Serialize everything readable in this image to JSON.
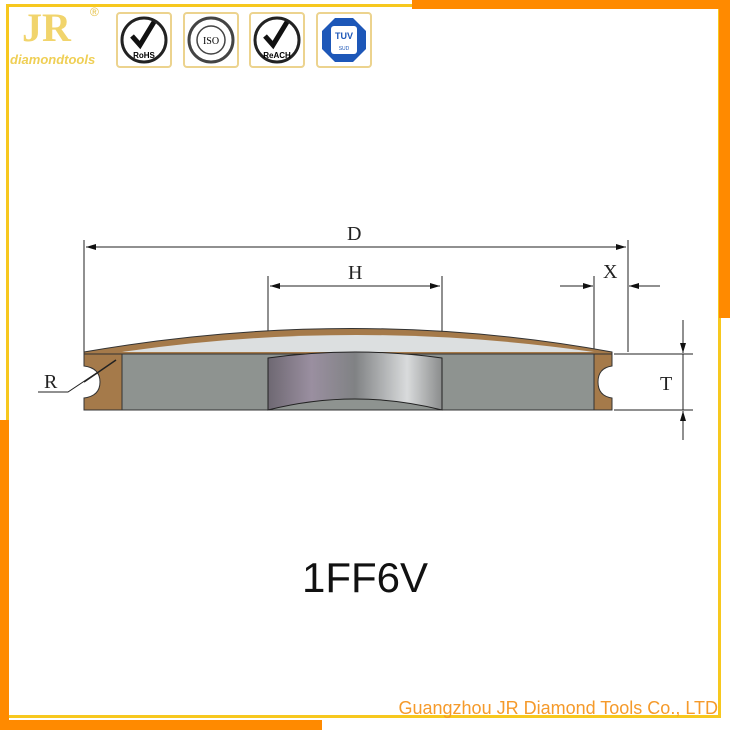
{
  "brand": {
    "logo_text": "JR",
    "logo_subtext": "diamondtools",
    "registered": "®"
  },
  "certifications": [
    {
      "name": "RoHS"
    },
    {
      "name": "ISO"
    },
    {
      "name": "ReACH"
    },
    {
      "name": "TUV",
      "sub": "SUD"
    }
  ],
  "diagram": {
    "labels": {
      "D": "D",
      "H": "H",
      "X": "X",
      "T": "T",
      "R": "R"
    }
  },
  "product": {
    "model": "1FF6V"
  },
  "footer": {
    "company": "Guangzhou JR Diamond Tools Co., LTD"
  },
  "colors": {
    "frame_yellow": "#f7c81e",
    "frame_orange": "#ff8a00",
    "bond_brown": "#a57a4a",
    "body_grey": "#8e9390",
    "footer_text": "#f59a2a"
  }
}
